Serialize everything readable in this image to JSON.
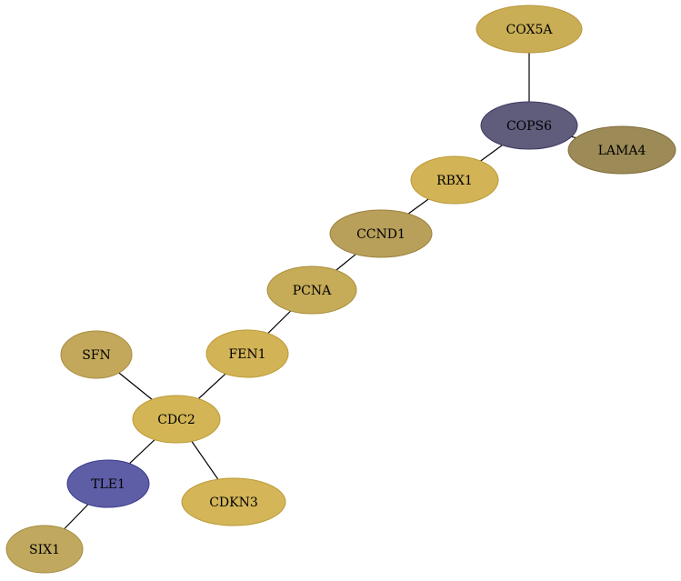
{
  "nodes": [
    {
      "id": "cox5a",
      "label": "COX5A",
      "fill": "#c9ae55",
      "stroke": "#b9973c"
    },
    {
      "id": "cops6",
      "label": "COPS6",
      "fill": "#5f5c7c",
      "stroke": "#3e3b5e"
    },
    {
      "id": "lama4",
      "label": "LAMA4",
      "fill": "#9c8a57",
      "stroke": "#806d3c"
    },
    {
      "id": "rbx1",
      "label": "RBX1",
      "fill": "#d2b356",
      "stroke": "#bc9a37"
    },
    {
      "id": "ccnd1",
      "label": "CCND1",
      "fill": "#b89f5a",
      "stroke": "#9c823f"
    },
    {
      "id": "pcna",
      "label": "PCNA",
      "fill": "#c6ab58",
      "stroke": "#ab8e3b"
    },
    {
      "id": "fen1",
      "label": "FEN1",
      "fill": "#d2b356",
      "stroke": "#bc9a37"
    },
    {
      "id": "sfn",
      "label": "SFN",
      "fill": "#c3a85c",
      "stroke": "#a88c40"
    },
    {
      "id": "cdc2",
      "label": "CDC2",
      "fill": "#d3b556",
      "stroke": "#bc9a37"
    },
    {
      "id": "tle1",
      "label": "TLE1",
      "fill": "#5e5ea7",
      "stroke": "#3b3b8c"
    },
    {
      "id": "cdkn3",
      "label": "CDKN3",
      "fill": "#d4b558",
      "stroke": "#bc9a37"
    },
    {
      "id": "six1",
      "label": "SIX1",
      "fill": "#c0a85e",
      "stroke": "#a38c42"
    }
  ],
  "edges": [
    {
      "from": "cox5a",
      "to": "cops6"
    },
    {
      "from": "cops6",
      "to": "lama4"
    },
    {
      "from": "cops6",
      "to": "rbx1"
    },
    {
      "from": "rbx1",
      "to": "ccnd1"
    },
    {
      "from": "ccnd1",
      "to": "pcna"
    },
    {
      "from": "pcna",
      "to": "fen1"
    },
    {
      "from": "fen1",
      "to": "cdc2"
    },
    {
      "from": "sfn",
      "to": "cdc2"
    },
    {
      "from": "cdc2",
      "to": "tle1"
    },
    {
      "from": "cdc2",
      "to": "cdkn3"
    },
    {
      "from": "tle1",
      "to": "six1"
    }
  ]
}
